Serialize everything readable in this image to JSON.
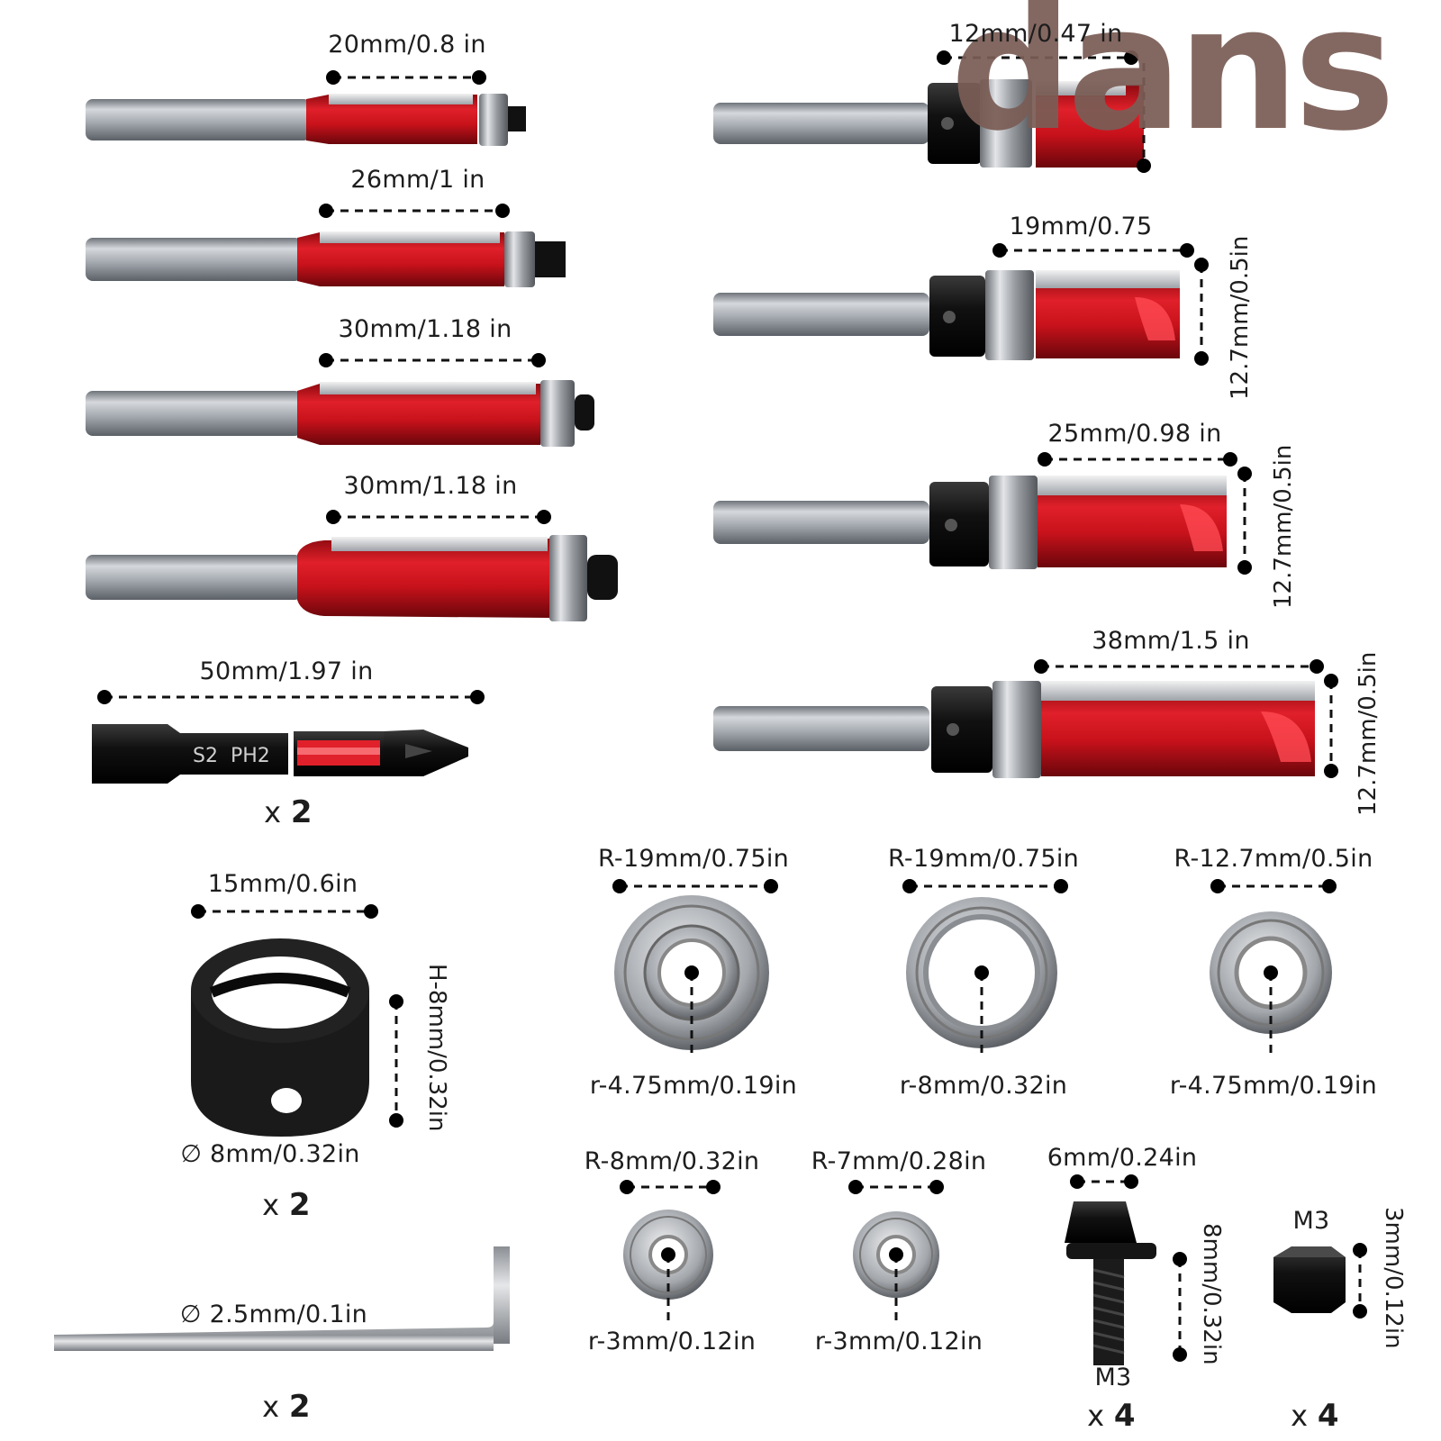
{
  "watermark": "dans",
  "router_bits_left": [
    {
      "dimension": "20mm/0.8 in"
    },
    {
      "dimension": "26mm/1 in"
    },
    {
      "dimension": "30mm/1.18 in"
    },
    {
      "dimension": "30mm/1.18 in"
    }
  ],
  "router_bits_right": [
    {
      "dimension": "12mm/0.47 in"
    },
    {
      "dimension": "19mm/0.75",
      "height": "12.7mm/0.5in"
    },
    {
      "dimension": "25mm/0.98 in",
      "height": "12.7mm/0.5in"
    },
    {
      "dimension": "38mm/1.5 in",
      "height": "12.7mm/0.5in"
    }
  ],
  "screwdriver_bit": {
    "length": "50mm/1.97 in",
    "marking_s2": "S2",
    "marking_ph2": "PH2",
    "quantity_prefix": "x",
    "quantity": "2"
  },
  "stop_collar": {
    "width": "15mm/0.6in",
    "height": "H-8mm/0.32in",
    "bore": "∅ 8mm/0.32in",
    "quantity_prefix": "x",
    "quantity": "2"
  },
  "bearings_large": [
    {
      "outer": "R-19mm/0.75in",
      "inner": "r-4.75mm/0.19in"
    },
    {
      "outer": "R-19mm/0.75in",
      "inner": "r-8mm/0.32in"
    },
    {
      "outer": "R-12.7mm/0.5in",
      "inner": "r-4.75mm/0.19in"
    }
  ],
  "bearings_small": [
    {
      "outer": "R-8mm/0.32in",
      "inner": "r-3mm/0.12in"
    },
    {
      "outer": "R-7mm/0.28in",
      "inner": "r-3mm/0.12in"
    }
  ],
  "hex_key": {
    "diameter": "∅ 2.5mm/0.1in",
    "quantity_prefix": "x",
    "quantity": "2"
  },
  "screw": {
    "head": "6mm/0.24in",
    "length": "8mm/0.32in",
    "thread": "M3",
    "quantity_prefix": "x",
    "quantity": "4"
  },
  "nut": {
    "thread": "M3",
    "height": "3mm/0.12in",
    "quantity_prefix": "x",
    "quantity": "4"
  }
}
